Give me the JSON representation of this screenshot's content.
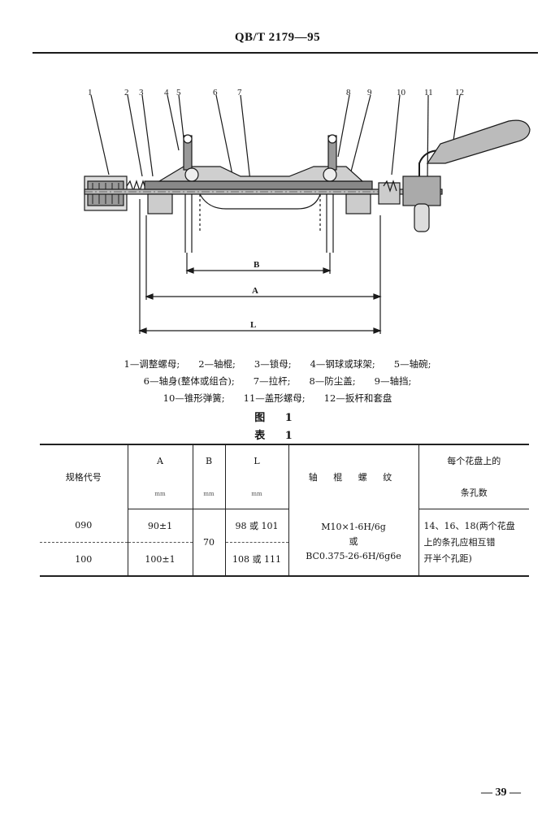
{
  "header": {
    "title": "QB/T 2179—95"
  },
  "figure": {
    "callouts": [
      "1",
      "2",
      "3",
      "4",
      "5",
      "6",
      "7",
      "8",
      "9",
      "10",
      "11",
      "12"
    ],
    "dim_B": "B",
    "dim_A": "A",
    "dim_L": "L",
    "legend": [
      "1—调整螺母;　　2—轴棍;　　3—锁母;　　4—钢球或球架;　　5—轴碗;",
      "6—轴身(整体或组合);　　7—拉杆;　　8—防尘盖;　　9—轴挡;",
      "10—锥形弹簧;　　11—盖形螺母;　　12—扳杆和套盘"
    ],
    "caption": "图 1"
  },
  "table": {
    "caption": "表 1",
    "headers": {
      "code": "规格代号",
      "A": "A",
      "B": "B",
      "L": "L",
      "unit": "mm",
      "thread": "轴 棍 螺 纹",
      "holes_line1": "每个花盘上的",
      "holes_line2": "条孔数"
    },
    "rows": [
      {
        "code": "090",
        "A": "90±1",
        "L": "98 或 101"
      },
      {
        "code": "100",
        "A": "100±1",
        "L": "108 或 111"
      }
    ],
    "B_value": "70",
    "thread": {
      "line1": "M10×1-6H/6g",
      "line2": "或",
      "line3": "BC0.375-26-6H/6g6e"
    },
    "holes_note": {
      "line1": "14、16、18(两个花盘",
      "line2": "上的条孔应相互错",
      "line3": "开半个孔距)"
    }
  },
  "page_number": "— 39 —"
}
